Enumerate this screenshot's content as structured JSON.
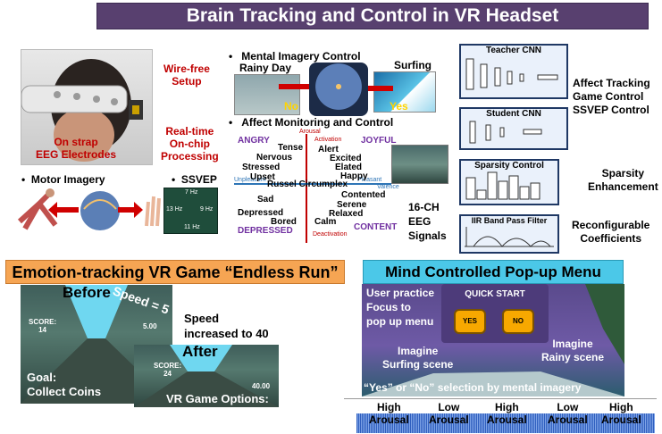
{
  "title": "Brain Tracking and Control in VR Headset",
  "headset": {
    "wire_free": "Wire-free\nSetup",
    "electrodes": "On strap\nEEG Electrodes",
    "processing": "Real-time\nOn-chip\nProcessing"
  },
  "motor_imagery": "Motor Imagery",
  "ssvep": {
    "label": "SSVEP",
    "f_top": "7 Hz",
    "f_left": "13 Hz",
    "f_right": "9 Hz",
    "f_bottom": "11 Hz"
  },
  "mental_imagery": {
    "title": "Mental Imagery Control",
    "rainy": "Rainy Day",
    "surfing": "Surfing",
    "no": "No",
    "yes": "Yes"
  },
  "affect": {
    "title": "Affect Monitoring and Control",
    "arousal": "Arousal",
    "activation": "Activation",
    "deactivation": "Deactivation",
    "unpleasant": "Unpleasant",
    "pleasant": "Pleasant",
    "valence": "Valence",
    "circumplex": "Russel Circumplex",
    "angry": "ANGRY",
    "joyful": "JOYFUL",
    "depressed": "DEPRESSED",
    "content": "CONTENT",
    "w_tense": "Tense",
    "w_nervous": "Nervous",
    "w_stressed": "Stressed",
    "w_upset": "Upset",
    "w_alert": "Alert",
    "w_excited": "Excited",
    "w_elated": "Elated",
    "w_happy": "Happy",
    "w_sad": "Sad",
    "w_depressed": "Depressed",
    "w_bored": "Bored",
    "w_calm": "Calm",
    "w_contented": "Contented",
    "w_serene": "Serene",
    "w_relaxed": "Relaxed"
  },
  "pipeline": {
    "teacher": "Teacher CNN",
    "student": "Student CNN",
    "sparsity": "Sparsity Control",
    "iir": "IIR Band Pass Filter",
    "eeg": "16-CH\nEEG\nSignals",
    "affect_tracking": "Affect Tracking\nGame Control\nSSVEP Control",
    "sparsity_enh": "Sparsity\nEnhancement",
    "reconfig": "Reconfigurable\nCoefficients"
  },
  "endless_run": {
    "banner": "Emotion-tracking VR Game “Endless Run”",
    "before": "Before",
    "after": "After",
    "speed5": "Speed = 5",
    "speed_val1": "5.00",
    "speed_val2": "40.00",
    "score1": "SCORE:\n14",
    "score2": "SCORE:\n24",
    "speed_inc": "Speed\nincreased to 40",
    "goal": "Goal:\nCollect Coins",
    "options": "VR Game Options:"
  },
  "popup": {
    "banner": "Mind Controlled Pop-up Menu",
    "practice": "User practice\nFocus to\npop up menu",
    "quick_start": "QUICK START",
    "yes_btn": "YES",
    "no_btn": "NO",
    "imagine_surf": "Imagine\nSurfing scene",
    "imagine_rainy": "Imagine\nRainy scene",
    "selection": "“Yes” or “No” selection by mental imagery"
  },
  "arousal_strip": {
    "labels": [
      "High\nArousal",
      "Low\nArousal",
      "High\nArousal",
      "Low\nArousal",
      "High\nArousal"
    ]
  }
}
